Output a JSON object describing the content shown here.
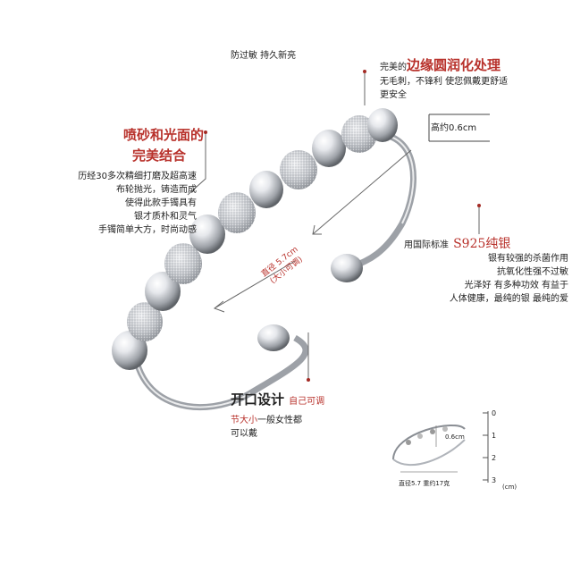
{
  "top_caption": "防过敏 持久新亮",
  "callouts": {
    "edge": {
      "prefix": "完美的",
      "title": "边缘圆润化处理",
      "lines": [
        "无毛刺，不锋利 使您佩戴更舒适",
        "更安全"
      ]
    },
    "height_mark": "高约0.6cm",
    "finish": {
      "title_line1": "喷砂和光面的",
      "title_line2": "完美结合",
      "lines": [
        "历经30多次精细打磨及超高速",
        "布轮抛光，铸造而成",
        "使得此款手镯具有",
        "银才质朴和灵气",
        "手镯简单大方，时尚动感"
      ]
    },
    "silver": {
      "prefix": "用国际标准",
      "title": "S925纯银",
      "lines": [
        "银有较强的杀菌作用",
        "抗氧化性强不过敏",
        "光泽好 有多种功效 有益于",
        "人体健康，最纯的银 最纯的爱"
      ]
    },
    "diameter": {
      "line1": "直径 5.7cm",
      "line2": "(大小可调)"
    },
    "opening": {
      "title": "开口设计",
      "suffix": "自己可调",
      "line2_red": "节大小",
      "line2_rest": "一般女性都",
      "line3": "可以戴"
    }
  },
  "ruler": {
    "ticks": [
      "0",
      "1",
      "2",
      "3"
    ],
    "unit": "(cm)",
    "height_label": "0.6cm",
    "caption": "直径5.7 重约17克"
  },
  "colors": {
    "accent": "#b8312b",
    "text": "#222222",
    "silver": "#c9ccd1"
  }
}
